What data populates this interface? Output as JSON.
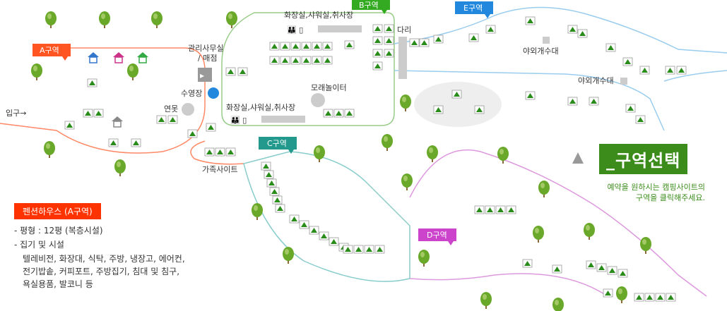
{
  "zones": {
    "a": {
      "label": "A구역",
      "color": "#ff5522"
    },
    "b": {
      "label": "B구역",
      "color": "#33aa22"
    },
    "c": {
      "label": "C구역",
      "color": "#22998c"
    },
    "d": {
      "label": "D구역",
      "color": "#cc44cc"
    },
    "e": {
      "label": "E구역",
      "color": "#2288dd"
    }
  },
  "facilities": {
    "entrance": "입구→",
    "office_line1": "관리사무실",
    "office_line2": "/ 매점",
    "pool": "수영장",
    "pond": "연못",
    "restroom_top": "화장실,샤워실,취사장",
    "restroom_bottom": "화장실,샤워실,취사장",
    "sandbox": "모래놀이터",
    "bridge": "다리",
    "sink1": "야외개수대",
    "sink2": "야외개수대",
    "family_site": "가족사이트"
  },
  "info_panel": {
    "title": "펜션하우스 (A구역)",
    "size": "- 평형 : 12평 (복층시설)",
    "facilities_label": "- 집기 및 시설",
    "items_line1": "텔레비전, 화장대, 식탁, 주방, 냉장고, 에어컨,",
    "items_line2": "전기밥솥, 커피포트, 주방집기, 침대 및 침구,",
    "items_line3": "욕실용품, 발코니 등"
  },
  "zone_select": {
    "title": "_구역선택",
    "desc_line1": "예약을 원하시는 캠핑사이트의",
    "desc_line2": "구역을 클릭해주세요."
  },
  "colors": {
    "tent": "#2a8c1a",
    "tree": "#6aa82a"
  }
}
